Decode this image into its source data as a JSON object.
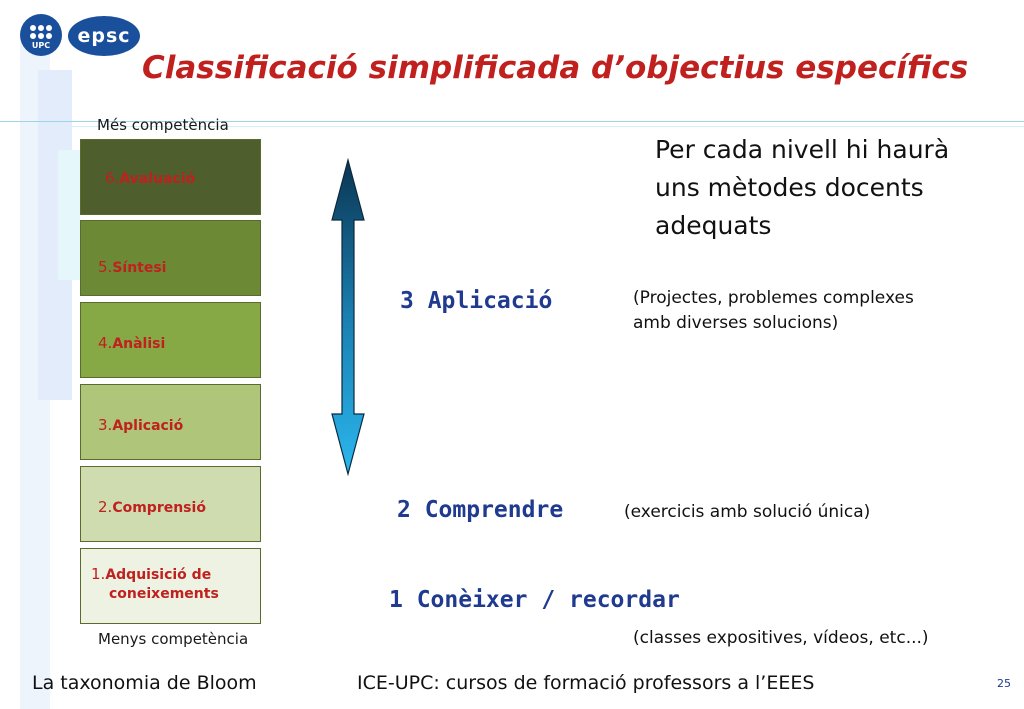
{
  "header": {
    "upc_logo_text": "UPC",
    "epsc_logo_text": "epsc",
    "title": "Classificació simplificada d’objectius específics"
  },
  "pyramid": {
    "top_label": "Més competència",
    "bottom_label": "Menys competència",
    "levels": [
      {
        "num": "6.",
        "label": "Avaluació",
        "color": "#4e5e2d"
      },
      {
        "num": "5.",
        "label": "Síntesi",
        "color": "#6c8a35"
      },
      {
        "num": "4.",
        "label": "Anàlisi",
        "color": "#86a845"
      },
      {
        "num": "3.",
        "label": "Aplicació",
        "color": "#aec57a"
      },
      {
        "num": "2.",
        "label": "Comprensió",
        "color": "#cfdcb0"
      },
      {
        "num": "1.",
        "label_line1": "Adquisició de",
        "label_line2": "coneixements",
        "color": "#eef2e2"
      }
    ]
  },
  "intro": {
    "line1": "Per cada nivell hi haurà",
    "line2": "uns mètodes docents",
    "line3": "adequats"
  },
  "stages": [
    {
      "title": "3 Aplicació",
      "desc_line1": "(Projectes, problemes complexes",
      "desc_line2": "amb diverses solucions)"
    },
    {
      "title": "2 Comprendre",
      "desc_line1": "(exercicis amb solució única)"
    },
    {
      "title": "1 Conèixer / recordar",
      "desc_line1": "(classes expositives, vídeos, etc...)"
    }
  ],
  "footer": {
    "left": "La taxonomia de Bloom",
    "center": "ICE-UPC: cursos de formació professors a l’EEES",
    "page": "25"
  },
  "colors": {
    "title": "#c0201e",
    "stage_text": "#1f3a8f",
    "arrow_top": "#0b3552",
    "arrow_bottom": "#2bb7ee"
  }
}
